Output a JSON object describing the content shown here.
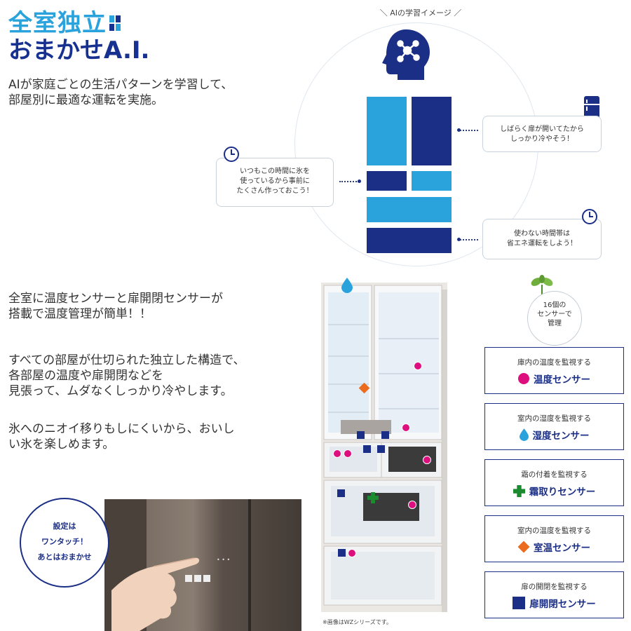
{
  "logo": {
    "line1": "全室独立",
    "line2": "おまかせA.I."
  },
  "intro": "AIが家庭ごとの生活パターンを学習して、\n部屋別に最適な運転を実施。",
  "ai_image": {
    "caption": "AIの学習イメージ",
    "bubbles": {
      "ice": "いつもこの時間に氷を\n使っているから事前に\nたくさん作っておこう！",
      "door": "しばらく扉が開いてたから\nしっかり冷やそう！",
      "eco": "使わない時間帯は\n省エネ運転をしよう！"
    }
  },
  "paragraphs": {
    "sensors": "全室に温度センサーと扉開閉センサーが\n搭載で温度管理が簡単！！",
    "structure": "すべての部屋が仕切られた独立した構造で、\n各部屋の温度や扉開閉などを\n見張って、ムダなくしっかり冷やします。",
    "ice": "氷へのニオイ移りもしにくいから、おいし\nい氷を楽しめます。"
  },
  "touch_badge": "設定は\nワンタッチ！\nあとはおまかせ",
  "fridge_note": "※画像はWZシリーズです。",
  "sensor_count": "16個の\nセンサーで\n管理",
  "sensors": [
    {
      "desc": "庫内の温度を監視する",
      "name": "温度センサー",
      "icon": "pink-circle",
      "color": "#dd0f7e"
    },
    {
      "desc": "室内の湿度を監視する",
      "name": "湿度センサー",
      "icon": "water-drop",
      "color": "#2aa3dd"
    },
    {
      "desc": "霜の付着を監視する",
      "name": "霜取りセンサー",
      "icon": "green-cross",
      "color": "#1c8a2e"
    },
    {
      "desc": "室内の温度を監視する",
      "name": "室温センサー",
      "icon": "orange-diamond",
      "color": "#ec6c1f"
    },
    {
      "desc": "扉の開閉を監視する",
      "name": "扉開閉センサー",
      "icon": "navy-square",
      "color": "#1b2f86"
    }
  ],
  "colors": {
    "navy": "#1b2f86",
    "light_blue": "#2aa3dd",
    "pink": "#dd0f7e"
  }
}
